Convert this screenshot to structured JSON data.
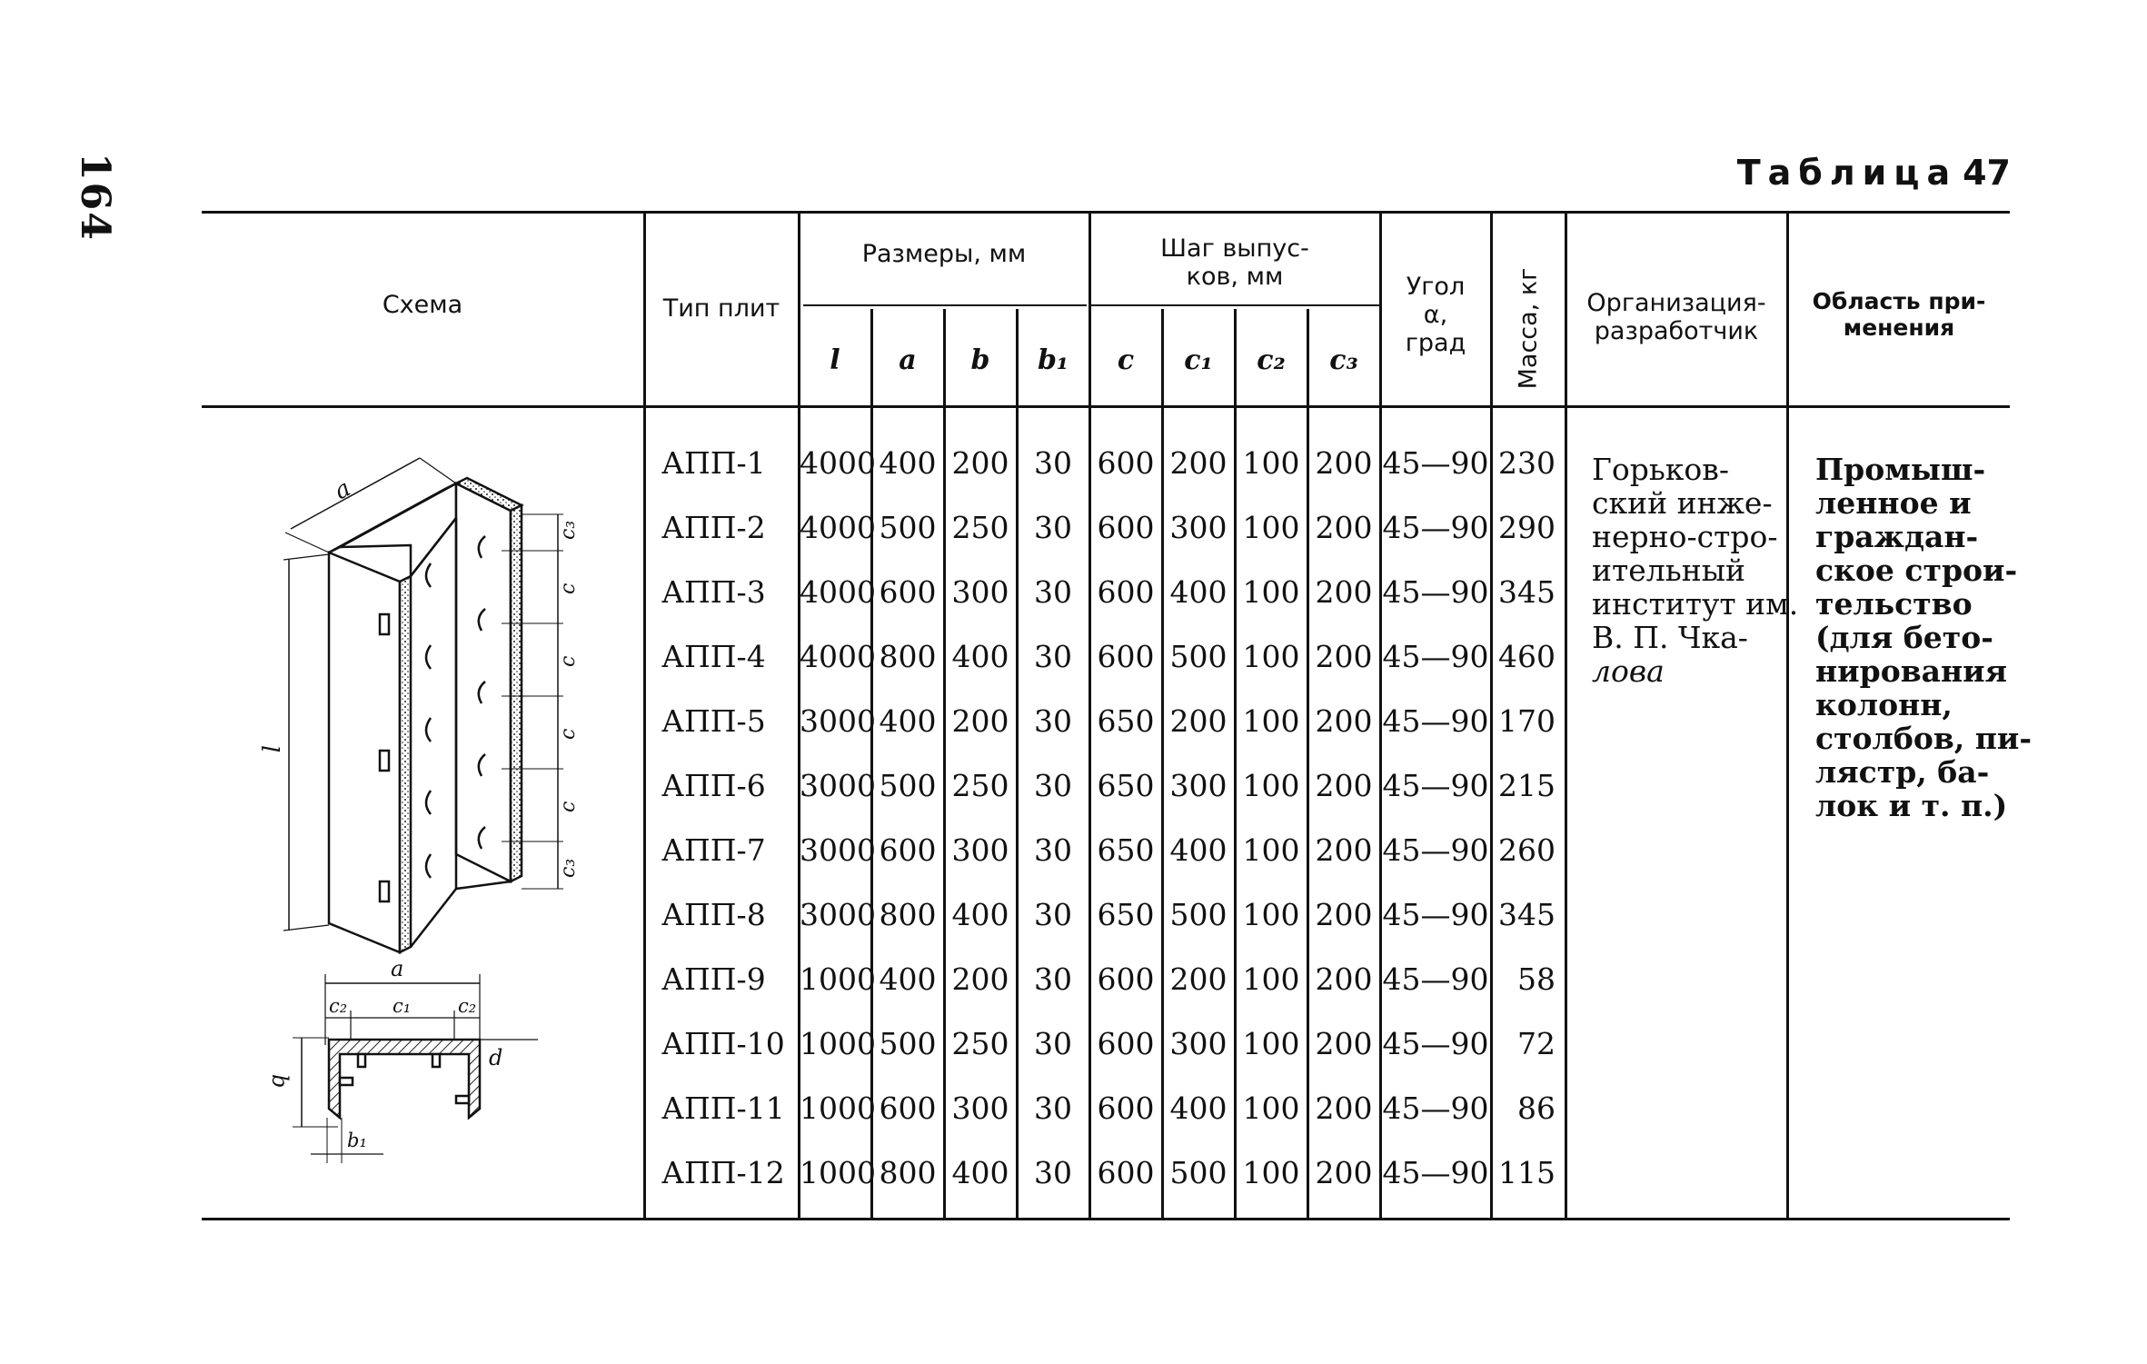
{
  "page": {
    "number": "164"
  },
  "caption": {
    "word": "Таблица",
    "number": "47"
  },
  "headers": {
    "scheme": "Схема",
    "type": "Тип плит",
    "dims_group": "Размеры, мм",
    "dims": [
      "l",
      "a",
      "b",
      "b₁"
    ],
    "step_group_line1": "Шаг выпус-",
    "step_group_line2": "ков, мм",
    "steps": [
      "c",
      "c₁",
      "c₂",
      "c₃"
    ],
    "angle_line1": "Угол",
    "angle_line2": "α,",
    "angle_line3": "град",
    "mass": "Масса, кг",
    "org_line1": "Организация-",
    "org_line2": "разработчик",
    "use_line1": "Область при-",
    "use_line2": "менения"
  },
  "rows": [
    {
      "type": "АПП-1",
      "l": "4000",
      "a": "400",
      "b": "200",
      "b1": "30",
      "c": "600",
      "c1": "200",
      "c2": "100",
      "c3": "200",
      "angle": "45—90",
      "mass": "230"
    },
    {
      "type": "АПП-2",
      "l": "4000",
      "a": "500",
      "b": "250",
      "b1": "30",
      "c": "600",
      "c1": "300",
      "c2": "100",
      "c3": "200",
      "angle": "45—90",
      "mass": "290"
    },
    {
      "type": "АПП-3",
      "l": "4000",
      "a": "600",
      "b": "300",
      "b1": "30",
      "c": "600",
      "c1": "400",
      "c2": "100",
      "c3": "200",
      "angle": "45—90",
      "mass": "345"
    },
    {
      "type": "АПП-4",
      "l": "4000",
      "a": "800",
      "b": "400",
      "b1": "30",
      "c": "600",
      "c1": "500",
      "c2": "100",
      "c3": "200",
      "angle": "45—90",
      "mass": "460"
    },
    {
      "type": "АПП-5",
      "l": "3000",
      "a": "400",
      "b": "200",
      "b1": "30",
      "c": "650",
      "c1": "200",
      "c2": "100",
      "c3": "200",
      "angle": "45—90",
      "mass": "170"
    },
    {
      "type": "АПП-6",
      "l": "3000",
      "a": "500",
      "b": "250",
      "b1": "30",
      "c": "650",
      "c1": "300",
      "c2": "100",
      "c3": "200",
      "angle": "45—90",
      "mass": "215"
    },
    {
      "type": "АПП-7",
      "l": "3000",
      "a": "600",
      "b": "300",
      "b1": "30",
      "c": "650",
      "c1": "400",
      "c2": "100",
      "c3": "200",
      "angle": "45—90",
      "mass": "260"
    },
    {
      "type": "АПП-8",
      "l": "3000",
      "a": "800",
      "b": "400",
      "b1": "30",
      "c": "650",
      "c1": "500",
      "c2": "100",
      "c3": "200",
      "angle": "45—90",
      "mass": "345"
    },
    {
      "type": "АПП-9",
      "l": "1000",
      "a": "400",
      "b": "200",
      "b1": "30",
      "c": "600",
      "c1": "200",
      "c2": "100",
      "c3": "200",
      "angle": "45—90",
      "mass": "58"
    },
    {
      "type": "АПП-10",
      "l": "1000",
      "a": "500",
      "b": "250",
      "b1": "30",
      "c": "600",
      "c1": "300",
      "c2": "100",
      "c3": "200",
      "angle": "45—90",
      "mass": "72"
    },
    {
      "type": "АПП-11",
      "l": "1000",
      "a": "600",
      "b": "300",
      "b1": "30",
      "c": "600",
      "c1": "400",
      "c2": "100",
      "c3": "200",
      "angle": "45—90",
      "mass": "86"
    },
    {
      "type": "АПП-12",
      "l": "1000",
      "a": "800",
      "b": "400",
      "b1": "30",
      "c": "600",
      "c1": "500",
      "c2": "100",
      "c3": "200",
      "angle": "45—90",
      "mass": "115"
    }
  ],
  "organization": [
    "Горьков-",
    "ский инже-",
    "нерно-стро-",
    "ительный",
    "институт им.",
    "В. П. Чка-",
    "лова"
  ],
  "application": [
    "Промыш-",
    "ленное и",
    "граждан-",
    "ское строи-",
    "тельство",
    "(для бето-",
    "нирования",
    "колонн,",
    "столбов, пи-",
    "лястр, ба-",
    "лок и т. п.)"
  ],
  "scheme_labels": {
    "a_top": "a",
    "l": "l",
    "c3_top": "c₃",
    "c": "c",
    "c3_bottom": "c₃",
    "a_section": "a",
    "c2_left": "c₂",
    "c1": "c₁",
    "c2_right": "c₂",
    "b": "b",
    "d": "d",
    "b1": "b₁"
  }
}
